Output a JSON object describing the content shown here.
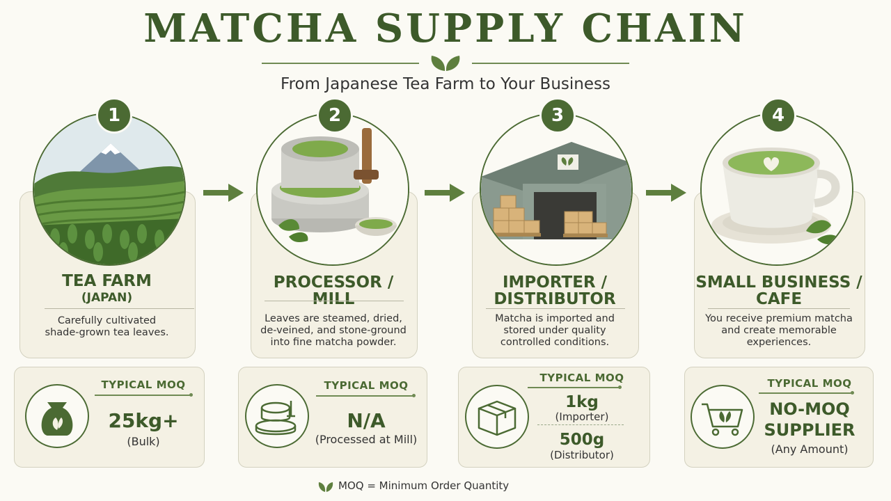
{
  "header": {
    "title": "MATCHA SUPPLY CHAIN",
    "subtitle": "From Japanese Tea Farm to Your Business"
  },
  "steps": [
    {
      "number": "1",
      "title": "TEA FARM",
      "subtitle": "(JAPAN)",
      "description": [
        "Carefully cultivated",
        "shade-grown tea leaves."
      ],
      "illustration": "tea-farm-mount-fuji",
      "moq": {
        "label": "TYPICAL MOQ",
        "value": "25kg+",
        "note": "(Bulk)",
        "icon": "sack-icon"
      }
    },
    {
      "number": "2",
      "title": "PROCESSOR / MILL",
      "description": [
        "Leaves are steamed, dried,",
        "de-veined, and stone-ground",
        "into fine matcha powder."
      ],
      "illustration": "stone-mill",
      "moq": {
        "label": "TYPICAL MOQ",
        "value": "N/A",
        "note": "(Processed at Mill)",
        "icon": "stone-mill-icon"
      }
    },
    {
      "number": "3",
      "title_lines": [
        "IMPORTER /",
        "DISTRIBUTOR"
      ],
      "description": [
        "Matcha is imported and",
        "stored under quality",
        "controlled conditions."
      ],
      "illustration": "warehouse",
      "moq": {
        "label": "TYPICAL MOQ",
        "value_1": "1kg",
        "note_1": "(Importer)",
        "value_2": "500g",
        "note_2": "(Distributor)",
        "icon": "box-icon"
      }
    },
    {
      "number": "4",
      "title_lines": [
        "SMALL BUSINESS /",
        "CAFE"
      ],
      "description": [
        "You receive premium matcha",
        "and create memorable",
        "experiences."
      ],
      "illustration": "matcha-latte-cup",
      "moq": {
        "label": "TYPICAL MOQ",
        "value_lines": [
          "NO-MOQ",
          "SUPPLIER"
        ],
        "note": "(Any Amount)",
        "icon": "shopping-cart-icon"
      }
    }
  ],
  "footer": {
    "text": "MOQ = Minimum Order Quantity",
    "icon": "leaf-icon"
  },
  "colors": {
    "primary_green": "#4b6a33",
    "dark_green": "#3d5a2a",
    "card_bg": "#f4f1e4",
    "page_bg": "#fbfaf4"
  }
}
